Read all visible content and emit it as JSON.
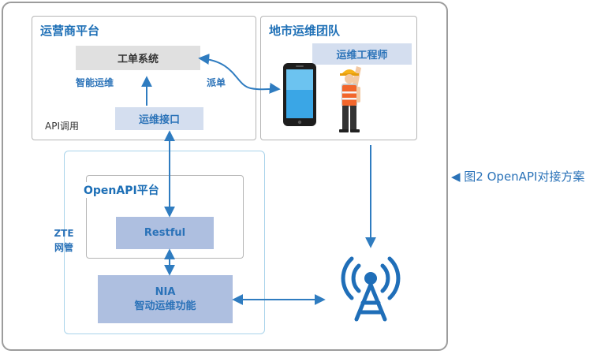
{
  "operator_platform": {
    "title": "运营商平台",
    "work_order_system": "工单系统",
    "smart_ops_label": "智能运维",
    "dispatch_label": "派单",
    "api_call_label": "API调用",
    "ops_interface": "运维接口"
  },
  "city_ops_team": {
    "title": "地市运维团队",
    "engineer_label": "运维工程师"
  },
  "zte_nms": {
    "label_line1": "ZTE",
    "label_line2": "网管",
    "openapi_title": "OpenAPI平台",
    "restful": "Restful",
    "nia_line1": "NIA",
    "nia_line2": "智动运维功能"
  },
  "caption": "◀ 图2  OpenAPI对接方案",
  "colors": {
    "accent_blue": "#1d6fb6",
    "arrow_blue": "#2f7cc0",
    "tower_blue": "#1f6eb8",
    "box_light_blue": "#d4deef",
    "box_mid_blue": "#aebfe0",
    "box_grey": "#e0e0e0"
  },
  "icons": [
    "smartphone-icon",
    "engineer-icon",
    "signal-tower-icon"
  ]
}
